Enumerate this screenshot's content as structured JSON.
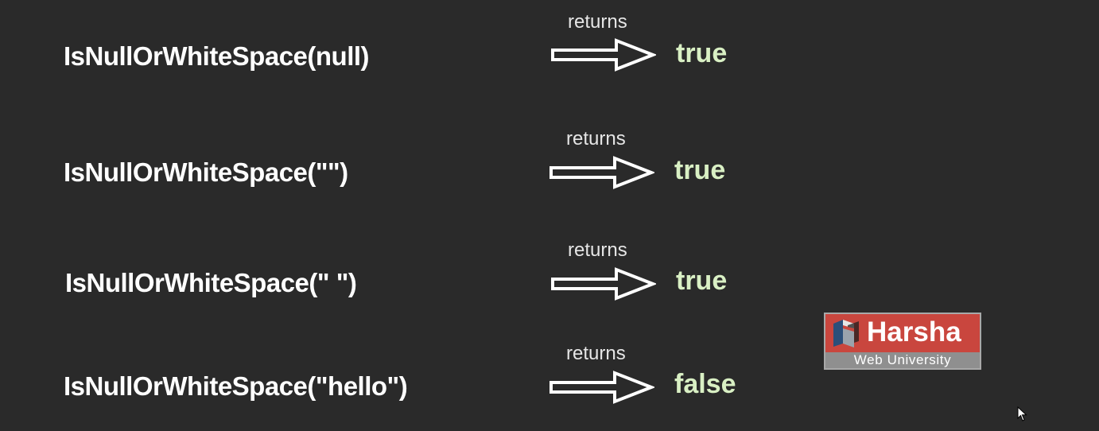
{
  "rows": [
    {
      "call": "IsNullOrWhiteSpace(null)",
      "returns_label": "returns",
      "result": "true"
    },
    {
      "call": "IsNullOrWhiteSpace(\"\")",
      "returns_label": "returns",
      "result": "true"
    },
    {
      "call": "IsNullOrWhiteSpace(\" \")",
      "returns_label": "returns",
      "result": "true"
    },
    {
      "call": "IsNullOrWhiteSpace(\"hello\")",
      "returns_label": "returns",
      "result": "false"
    }
  ],
  "logo": {
    "name": "Harsha",
    "subtitle": "Web University"
  },
  "icons": {
    "arrow": "outline-right-arrow-icon",
    "logo_mark": "harsha-logo-mark-icon",
    "cursor": "mouse-pointer-icon"
  },
  "colors": {
    "background": "#2a2a2a",
    "call_text": "#ffffff",
    "returns_text": "#e6e6e6",
    "result_text": "#d9f0c4",
    "logo_red": "#c9463e",
    "logo_gray": "#8f8f8f"
  }
}
